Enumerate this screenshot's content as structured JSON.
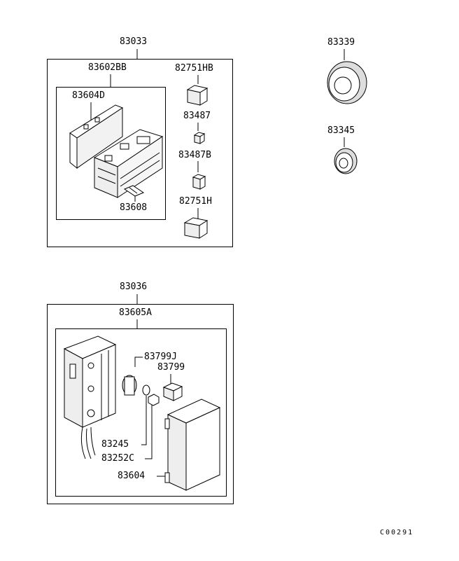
{
  "parts": {
    "p83033": "83033",
    "p83602BB": "83602BB",
    "p83604D": "83604D",
    "p83608": "83608",
    "p82751HB": "82751HB",
    "p83487": "83487",
    "p83487B": "83487B",
    "p82751H": "82751H",
    "p83339": "83339",
    "p83345": "83345",
    "p83036": "83036",
    "p83605A": "83605A",
    "p83799J": "83799J",
    "p83799": "83799",
    "p83245": "83245",
    "p83252C": "83252C",
    "p83604": "83604"
  },
  "diagram_code": "C00291"
}
